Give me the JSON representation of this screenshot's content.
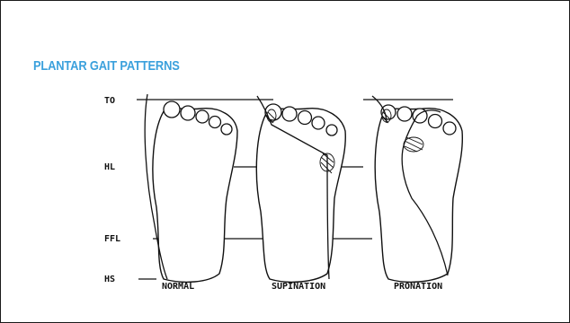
{
  "slide": {
    "title": "PLANTAR GAIT PATTERNS",
    "title_color": "#3aa0dc"
  },
  "figure": {
    "axis_labels": [
      "TO",
      "HL",
      "FFL",
      "HS"
    ],
    "foot_labels": [
      "NORMAL",
      "SUPINATION",
      "PRONATION"
    ]
  }
}
